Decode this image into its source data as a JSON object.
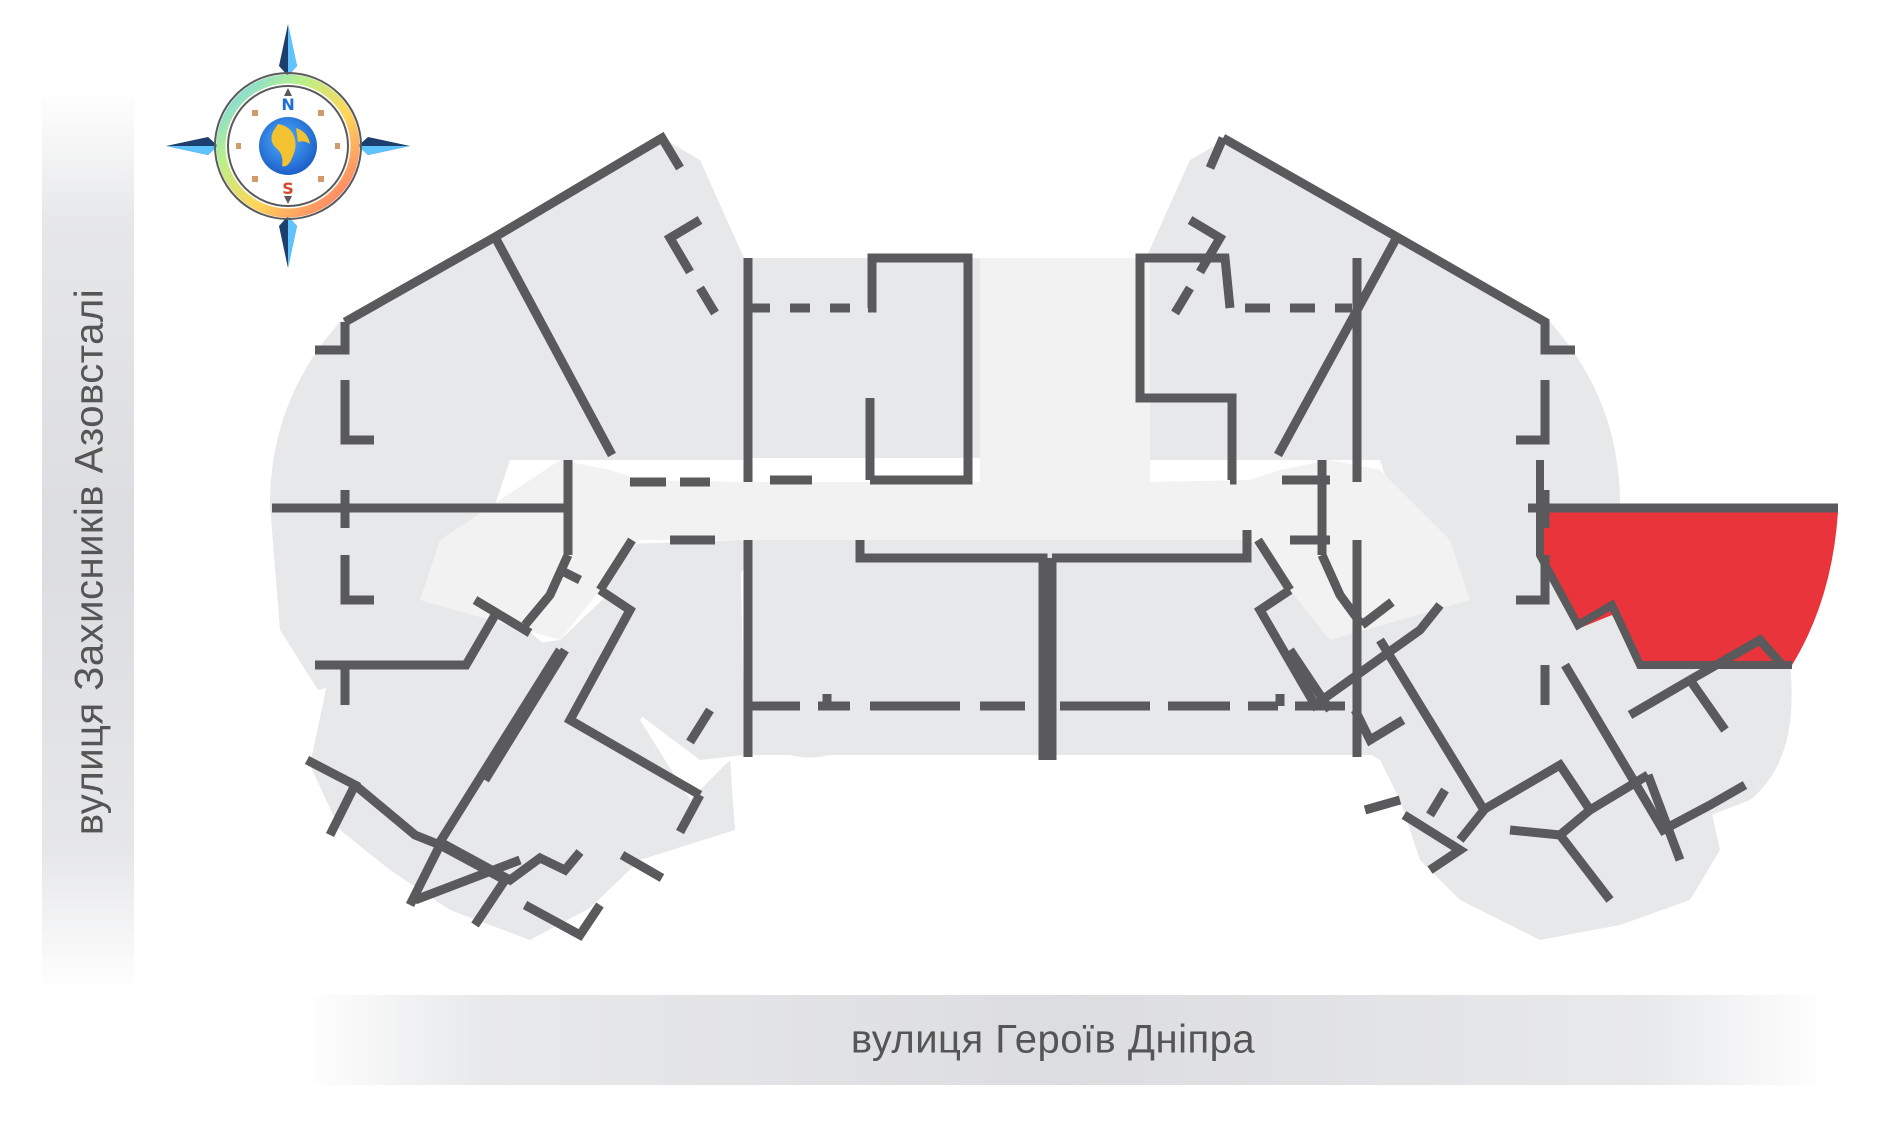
{
  "streets": {
    "left": "вулиця Захисників Азовсталі",
    "bottom": "вулиця Героїв Дніпра"
  },
  "compass": {
    "north": "N",
    "south": "S",
    "icon": "compass-rose-icon"
  },
  "plan": {
    "selected_unit": "apartment-east-middle-right",
    "colors": {
      "floor": "#e7e8ea",
      "corridor": "#f2f2f2",
      "wall": "#5a5a5c",
      "highlight": "#e8343a",
      "street_band": "#e4e5e7"
    }
  }
}
